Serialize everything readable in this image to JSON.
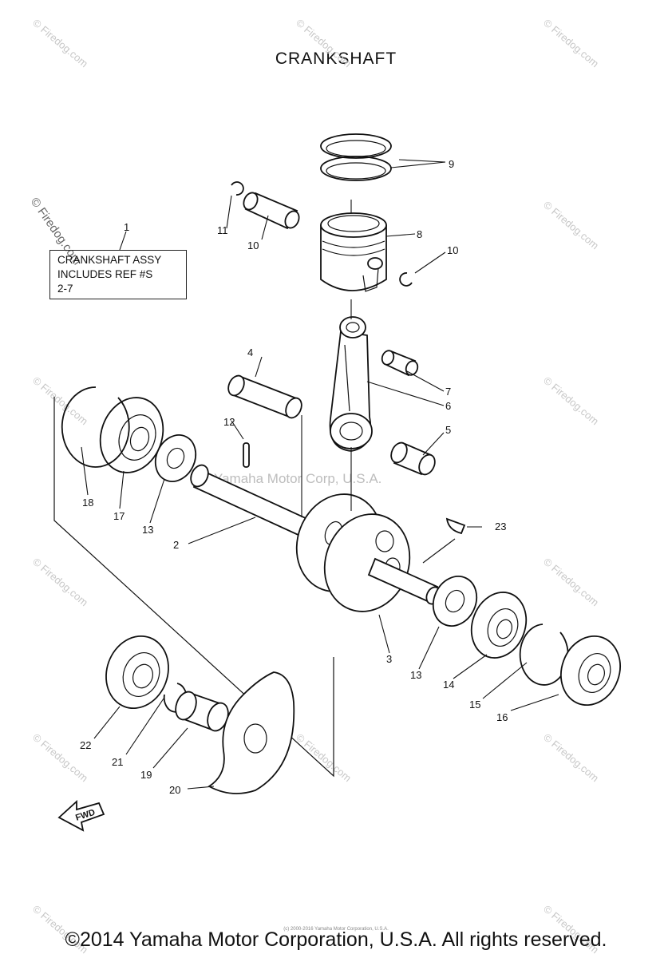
{
  "title": "CRANKSHAFT",
  "note": {
    "line1": "CRANKSHAFT ASSY",
    "line2": "INCLUDES REF #S",
    "line3": "2-7"
  },
  "watermark_center": "Yamaha Motor Corp, U.S.A.",
  "watermark_site": "© Firedog.com",
  "fwd_label": "FWD",
  "copyright": "©2014 Yamaha Motor Corporation, U.S.A. All rights reserved.",
  "tiny_line": "(c) 2000-2016 Yamaha Motor Corporation, U.S.A.",
  "callouts": {
    "c1": "1",
    "c2": "2",
    "c3": "3",
    "c4": "4",
    "c5": "5",
    "c6": "6",
    "c7": "7",
    "c8": "8",
    "c9": "9",
    "c10a": "10",
    "c10b": "10",
    "c11": "11",
    "c12": "12",
    "c13a": "13",
    "c13b": "13",
    "c14": "14",
    "c15": "15",
    "c16": "16",
    "c17": "17",
    "c18": "18",
    "c19": "19",
    "c20": "20",
    "c21": "21",
    "c22": "22",
    "c23": "23"
  }
}
